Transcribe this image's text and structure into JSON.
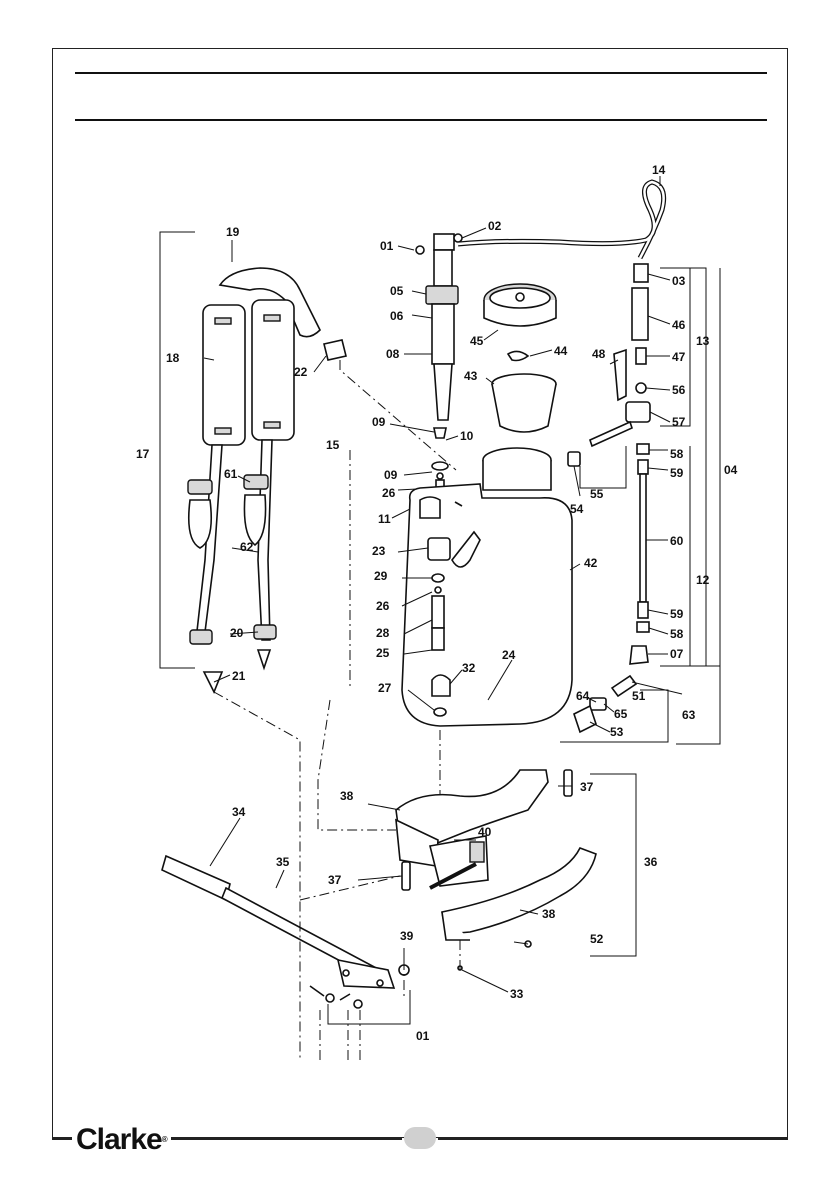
{
  "brand": {
    "logo_text": "Clarke",
    "registered_mark": "®"
  },
  "page": {
    "number": ""
  },
  "parts": {
    "p01a": "01",
    "p02": "02",
    "p03": "03",
    "p04": "04",
    "p05": "05",
    "p06": "06",
    "p07": "07",
    "p08": "08",
    "p09a": "09",
    "p09b": "09",
    "p10": "10",
    "p11": "11",
    "p12": "12",
    "p13": "13",
    "p14": "14",
    "p15": "15",
    "p17": "17",
    "p18": "18",
    "p19": "19",
    "p20": "20",
    "p21": "21",
    "p22": "22",
    "p23": "23",
    "p24": "24",
    "p25": "25",
    "p26a": "26",
    "p26b": "26",
    "p27": "27",
    "p28": "28",
    "p29": "29",
    "p32": "32",
    "p33": "33",
    "p34": "34",
    "p35": "35",
    "p36": "36",
    "p37a": "37",
    "p37b": "37",
    "p38a": "38",
    "p38b": "38",
    "p39": "39",
    "p40": "40",
    "p42": "42",
    "p43": "43",
    "p44": "44",
    "p45": "45",
    "p46": "46",
    "p47": "47",
    "p48": "48",
    "p51": "51",
    "p52": "52",
    "p53": "53",
    "p54": "54",
    "p55": "55",
    "p56": "56",
    "p57": "57",
    "p58a": "58",
    "p58b": "58",
    "p59a": "59",
    "p59b": "59",
    "p60": "60",
    "p61": "61",
    "p62": "62",
    "p63": "63",
    "p64": "64",
    "p65": "65",
    "p01b": "01"
  }
}
